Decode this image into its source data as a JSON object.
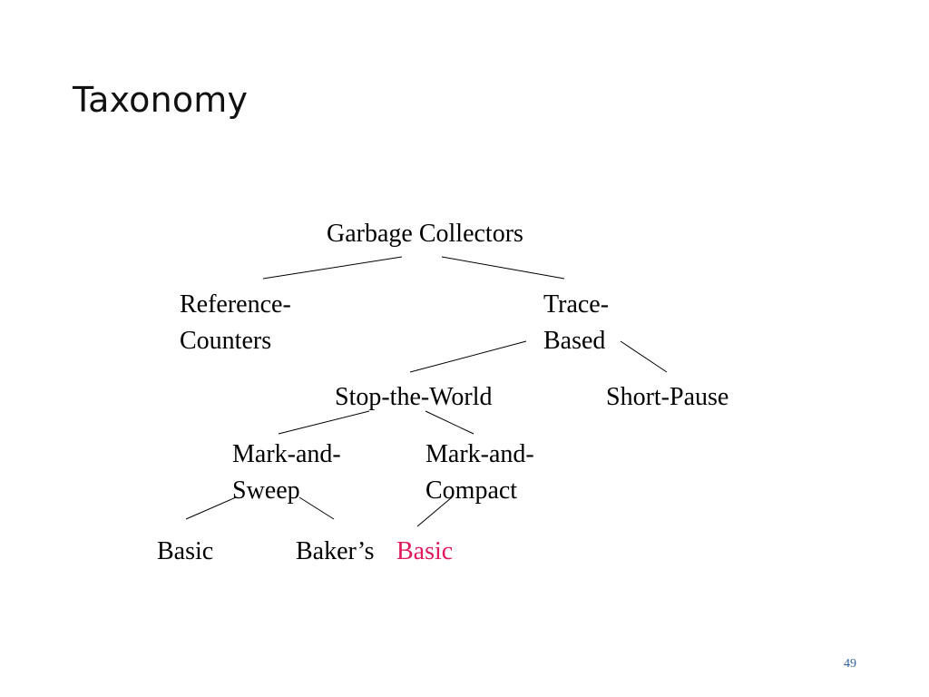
{
  "slide": {
    "title": "Taxonomy",
    "page_number": "49"
  },
  "tree": {
    "root": "Garbage Collectors",
    "reference_counters": [
      "Reference-",
      "Counters"
    ],
    "trace_based": [
      "Trace-",
      "Based"
    ],
    "stop_the_world": "Stop-the-World",
    "short_pause": "Short-Pause",
    "mark_and_sweep": [
      "Mark-and-",
      "Sweep"
    ],
    "mark_and_compact": [
      "Mark-and-",
      "Compact"
    ],
    "sweep_basic": "Basic",
    "bakers": "Baker’s",
    "compact_basic": "Basic"
  },
  "colors": {
    "highlight": "#e0185c",
    "page_number": "#2f5fa0"
  }
}
